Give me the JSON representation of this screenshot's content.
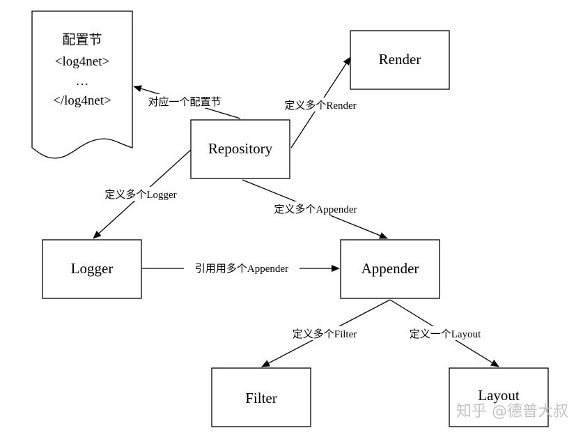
{
  "config_doc": {
    "lines": [
      "配置节",
      "<log4net>",
      "…",
      "</log4net>"
    ]
  },
  "nodes": {
    "render": "Render",
    "repository": "Repository",
    "logger": "Logger",
    "appender": "Appender",
    "filter": "Filter",
    "layout": "Layout"
  },
  "edges": {
    "repo_to_config": "对应一个配置节",
    "repo_to_render": "定义多个Render",
    "repo_to_logger": "定义多个Logger",
    "repo_to_appender": "定义多个Appender",
    "logger_to_appender": "引用用多个Appender",
    "appender_to_filter": "定义多个Filter",
    "appender_to_layout": "定义一个Layout"
  },
  "watermark": "知乎 @德普大叔"
}
